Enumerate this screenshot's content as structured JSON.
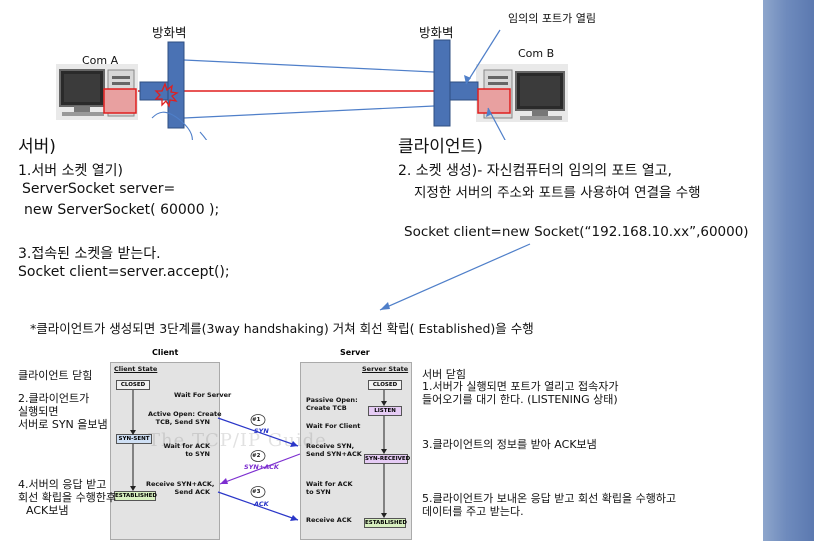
{
  "top": {
    "firewall_left": "방화벽",
    "firewall_right": "방화벽",
    "port_open_note": "임의의 포트가 열림",
    "com_a": "Com A",
    "com_b": "Com B"
  },
  "server": {
    "title": "서버)",
    "step1": "1.서버 소켓 열기)",
    "code1": "ServerSocket server=",
    "code2": "new ServerSocket( 60000 );",
    "step3": "3.접속된 소켓을 받는다.",
    "code3": "Socket client=server.accept();"
  },
  "client": {
    "title": "클라이언트)",
    "step2a": "2. 소켓 생성)- 자신컴퓨터의 임의의 포트 열고,",
    "step2b": "지정한 서버의 주소와 포트를 사용하여 연결을 수행",
    "code": "Socket client=new Socket(“192.168.10.xx”,60000)"
  },
  "handshake_note": "*클라이언트가 생성되면 3단계를(3way handshaking) 거쳐 회선 확립( Established)을 수행",
  "diagram": {
    "client_header": "Client",
    "server_header": "Server",
    "client_state": "Client State",
    "server_state": "Server State",
    "closed": "CLOSED",
    "wait_for_server": "Wait For Server",
    "active_open_1": "Active Open: Create",
    "active_open_2": "TCB, Send SYN",
    "syn_sent": "SYN-SENT",
    "wait_ack_1": "Wait for ACK",
    "wait_ack_2": "to SYN",
    "receive_synack_1": "Receive SYN+ACK,",
    "receive_synack_2": "Send ACK",
    "established": "ESTABLISHED",
    "passive_open_1": "Passive Open:",
    "passive_open_2": "Create TCB",
    "listen": "LISTEN",
    "wait_for_client": "Wait For Client",
    "receive_syn_1": "Receive SYN,",
    "receive_syn_2": "Send SYN+ACK",
    "syn_received": "SYN-RECEIVED",
    "server_wait_ack_1": "Wait for ACK",
    "server_wait_ack_2": "to SYN",
    "receive_ack": "Receive ACK",
    "msg1_num": "#1",
    "msg1_label": "SYN",
    "msg2_num": "#2",
    "msg2_label": "SYN+ACK",
    "msg3_num": "#3",
    "msg3_label": "ACK",
    "watermark": "The TCP/IP Guide"
  },
  "left_notes": {
    "closed": "클라이언트 닫힘",
    "run_1": "2.클라이언트가",
    "run_2": "실행되면",
    "run_3": "서버로 SYN 을보냄",
    "resp_1": "4.서버의 응답 받고",
    "resp_2": "회선 확립을 수행한후",
    "resp_3": "ACK보냄"
  },
  "right_notes": {
    "closed": "서버 닫힘",
    "s1_1": "1.서버가 실행되면 포트가 열리고 접속자가",
    "s1_2": "들어오기를 대기 한다. (LISTENING 상태)",
    "s3": "3.클라이언트의 정보를 받아 ACK보냄",
    "s5_1": "5.클라이언트가 보내온 응답 받고 회선 확립을 수행하고",
    "s5_2": "데이터를 주고 받는다."
  },
  "colors": {
    "firewall": "#4a72b4",
    "arrow_blue": "#4f7fc9",
    "red": "#e01f1f",
    "port_fill": "#e8a0a0",
    "purple": "#7d2fd0",
    "sidebar": "#6f8bbd"
  }
}
